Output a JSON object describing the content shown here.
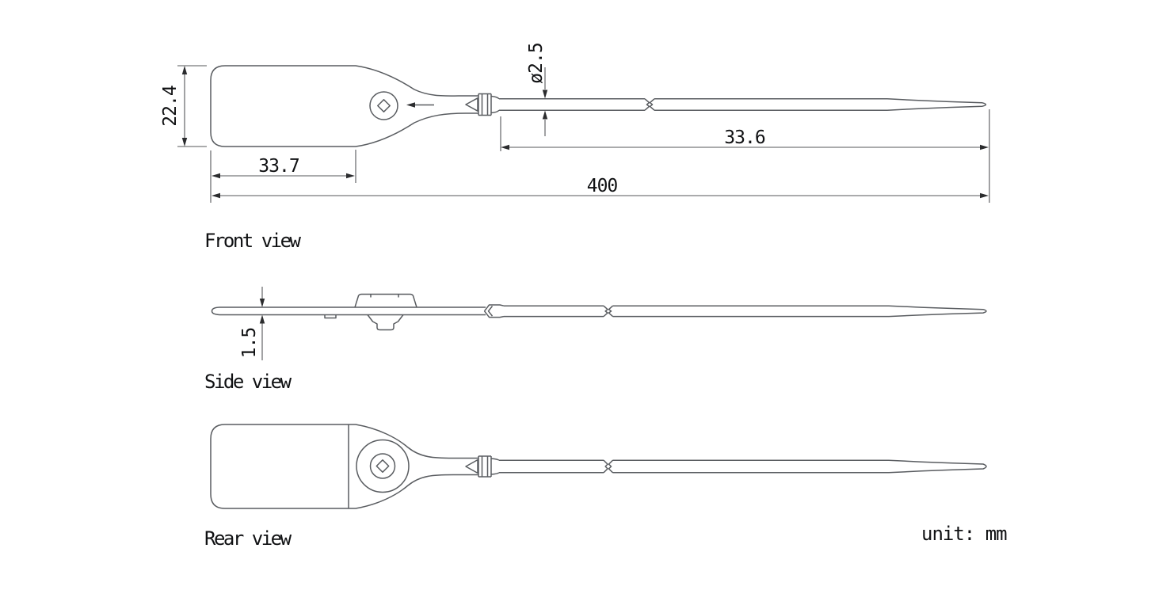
{
  "drawing": {
    "labels": {
      "front": "Front view",
      "side": "Side view",
      "rear": "Rear view",
      "unit": "unit: mm"
    },
    "dimensions": {
      "front_height": "22.4",
      "tag_length": "33.7",
      "strap_free_length": "33.6",
      "total_length": "400",
      "strap_diameter": "ø2.5",
      "thickness": "1.5"
    },
    "colors": {
      "line": "#595c60",
      "text": "#101113",
      "background": "#ffffff"
    }
  }
}
